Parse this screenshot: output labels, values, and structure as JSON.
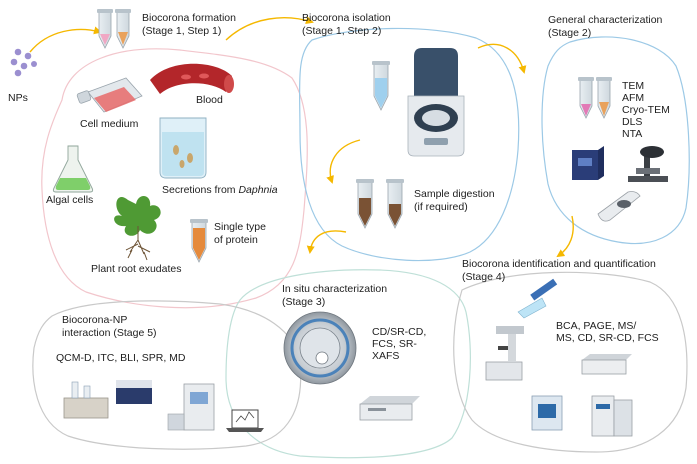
{
  "colors": {
    "pink_blob": "#f2c6cc",
    "blue_blob": "#9cc9e6",
    "gray_blob": "#c9c9c9",
    "arrow": "#f5b800",
    "nanoparticle": "#9b8fd0"
  },
  "np_label": "NPs",
  "stage1_formation": {
    "title_line1": "Biocorona formation",
    "title_line2": "(Stage 1, Step 1)",
    "items": {
      "cell_medium": "Cell medium",
      "blood": "Blood",
      "secretions_prefix": "Secretions from ",
      "secretions_species": "Daphnia",
      "algal_cells": "Algal cells",
      "single_type_line1": "Single type",
      "single_type_line2": "of protein",
      "plant_root": "Plant root exudates"
    }
  },
  "stage1_isolation": {
    "title_line1": "Biocorona isolation",
    "title_line2": "(Stage 1, Step 2)",
    "digestion_line1": "Sample digestion",
    "digestion_line2": "(if required)"
  },
  "stage2": {
    "title_line1": "General characterization",
    "title_line2": "(Stage 2)",
    "techniques": [
      "TEM",
      "AFM",
      "Cryo-TEM",
      "DLS",
      "NTA"
    ]
  },
  "stage3": {
    "title_line1": "In situ characterization",
    "title_line2": "(Stage 3)",
    "techniques": [
      "CD/SR-CD,",
      "FCS, SR-",
      "XAFS"
    ]
  },
  "stage4": {
    "title_line1": "Biocorona identification and quantification",
    "title_line2": "(Stage 4)",
    "techniques": [
      "BCA, PAGE, MS/",
      "MS, CD, SR-CD, FCS"
    ]
  },
  "stage5": {
    "title_line1": "Biocorona-NP",
    "title_line2": "interaction (Stage 5)",
    "techniques": "QCM-D, ITC, BLI, SPR, MD"
  }
}
